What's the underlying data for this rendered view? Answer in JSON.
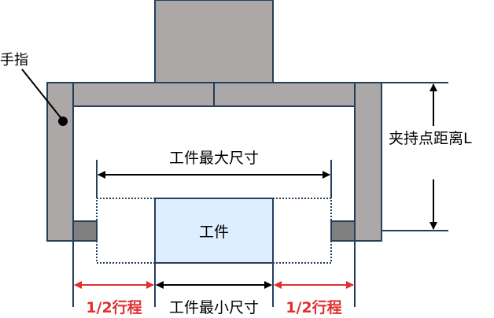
{
  "labels": {
    "finger": "手指",
    "workpiece": "工件",
    "max_size": "工件最大尺寸",
    "min_size": "工件最小尺寸",
    "half_stroke_left": "1/2行程",
    "half_stroke_right": "1/2行程",
    "grip_distance": "夹持点距离L"
  },
  "colors": {
    "body": "#aca8a7",
    "pad": "#808080",
    "outline": "#243f5c",
    "workpiece": "#ddeeff",
    "stroke_arrow": "#e03030",
    "dimension": "#000000"
  }
}
